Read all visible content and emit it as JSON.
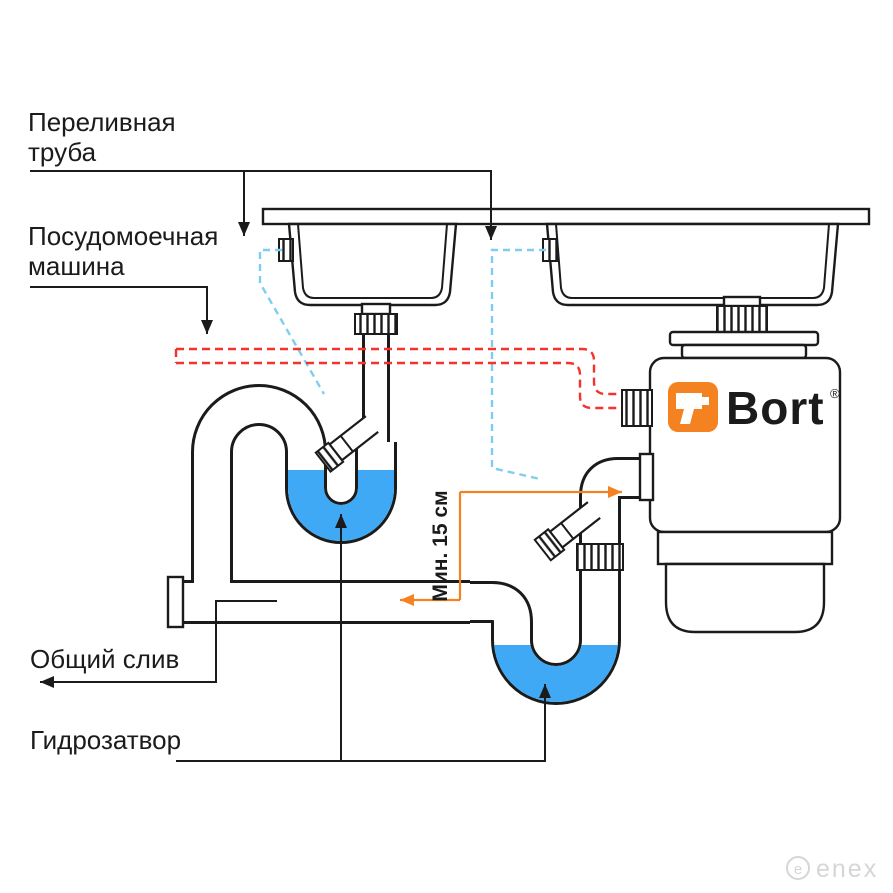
{
  "labels": {
    "overflow_1": "Переливная",
    "overflow_2": "труба",
    "dishwasher_1": "Посудомоечная",
    "dishwasher_2": "машина",
    "common_drain": "Общий слив",
    "water_trap": "Гидрозатвор",
    "min_height": "Мин. 15 см"
  },
  "brand": {
    "name": "Bort",
    "registered": "®"
  },
  "watermark": {
    "logo_letter": "e",
    "text": "enex"
  },
  "colors": {
    "line": "#1b1b1b",
    "water": "#3fa9f5",
    "overflow_hose": "#7fcdef",
    "dishwasher_hose": "#f2352c",
    "dimension": "#f58220",
    "brand_orange": "#f58220",
    "watermark_gray": "#d6d6d6"
  }
}
